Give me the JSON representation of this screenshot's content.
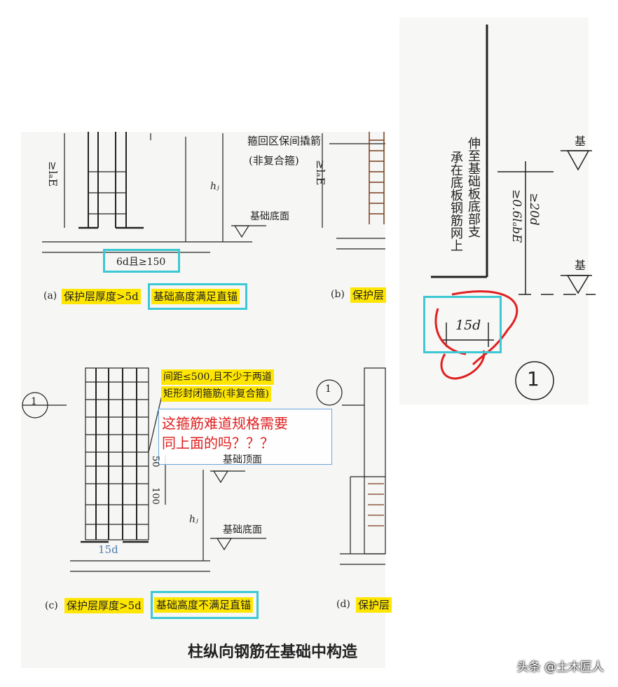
{
  "left_panel": {
    "top_note_line1": "箍回区保间撬箭",
    "top_note_line2": "(非复合箍)",
    "labels": {
      "lae_a": "≥lₐE",
      "lae_b": "≥lₐE",
      "hj_a": "hⱼ",
      "hj_c": "hⱼ",
      "base_a": "基础底面",
      "base_c1": "基础顶面",
      "base_c2": "基础底面",
      "spacing": "6d且≥150",
      "dim_50": "50",
      "dim_100": "100",
      "dim_15d": "15d"
    },
    "captions": {
      "a_prefix": "(a)",
      "a_yellow": "保护层厚度>5d",
      "a_boxed": "基础高度满足直锚",
      "b_prefix": "(b)",
      "b_yellow": "保护层",
      "c_prefix": "(c)",
      "c_yellow": "保护层厚度>5d",
      "c_boxed": "基础高度不满足直锚",
      "d_prefix": "(d)",
      "d_yellow": "保护层"
    },
    "stirrup_note_line1": "间距≤500,且不少于两道",
    "stirrup_note_line2": "矩形封闭箍筋(非复合箍)",
    "circle_label": "1",
    "question_line1": "这箍筋难道规格需要",
    "question_line2": "同上面的吗？？？",
    "main_caption": "柱纵向钢筋在基础中构造"
  },
  "right_panel": {
    "vertical_text_1": "伸至基础板底部支",
    "vertical_text_2": "承在底板钢筋网上",
    "dim_1": "≥0.6lₐbE",
    "dim_2": "≥20d",
    "dim_15d": "15d",
    "circle_label": "1",
    "base_label": "基"
  },
  "watermark": "头条 @土木匠人",
  "colors": {
    "highlight": "#ffe600",
    "box": "#3cc8d4",
    "question": "#e02020",
    "red_mark": "#e02020",
    "ink": "#222222"
  }
}
